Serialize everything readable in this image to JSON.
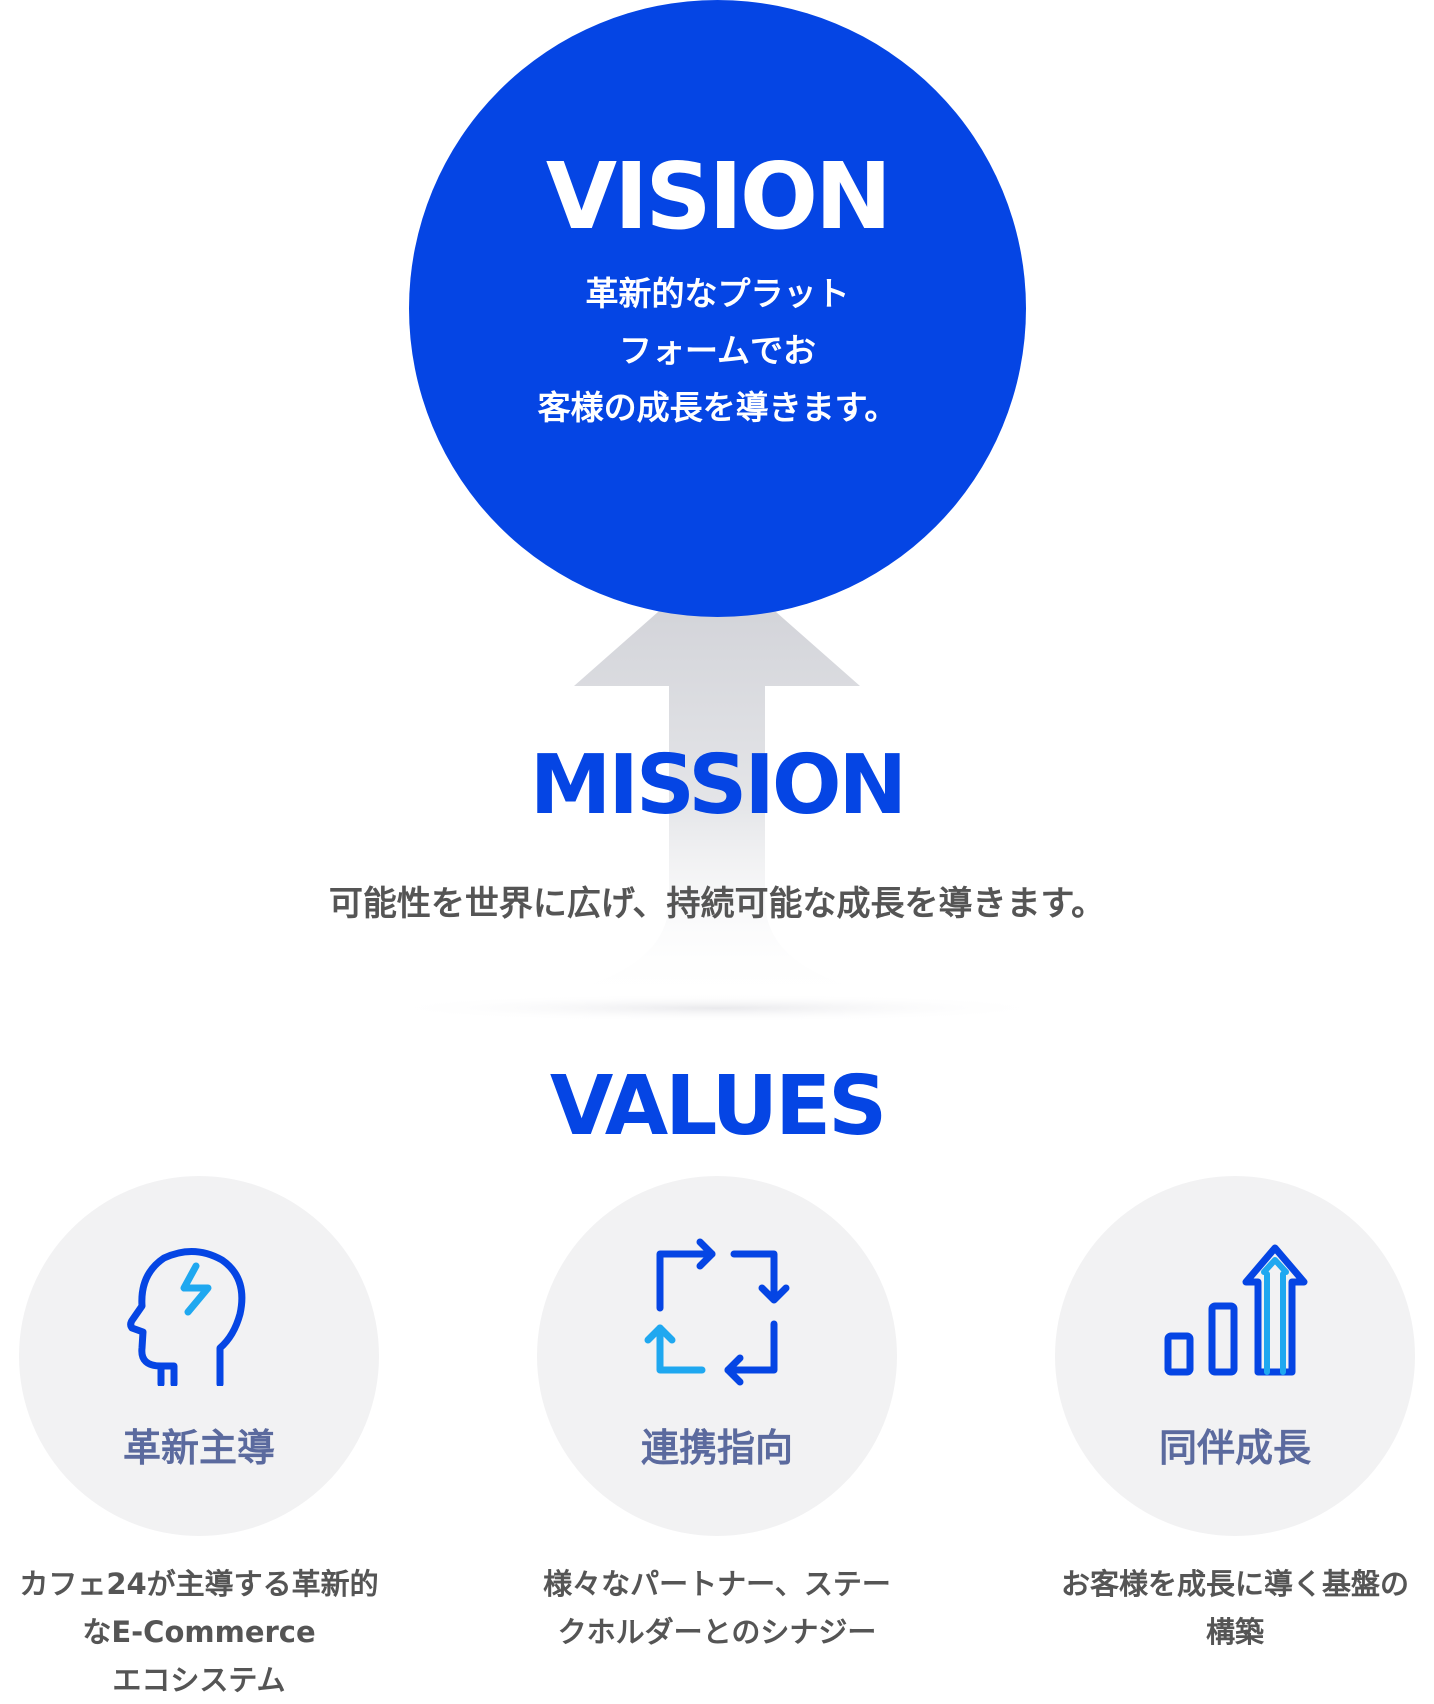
{
  "vision": {
    "title": "VISION",
    "lines": [
      "革新的なプラット",
      "フォームでお",
      "客様の成長を導きます。"
    ]
  },
  "mission": {
    "title": "MISSION",
    "text": "可能性を世界に広げ、持続可能な成長を導きます。"
  },
  "values": {
    "title": "VALUES",
    "items": [
      {
        "icon": "head-lightning-icon",
        "label": "革新主導",
        "desc_lines": [
          "カフェ24が主導する革新的",
          "なE-Commerce",
          "エコシステム"
        ]
      },
      {
        "icon": "cycle-arrows-icon",
        "label": "連携指向",
        "desc_lines": [
          "様々なパートナー、ステー",
          "クホルダーとのシナジー"
        ]
      },
      {
        "icon": "growth-bars-icon",
        "label": "同伴成長",
        "desc_lines": [
          "お客様を成長に導く基盤の",
          "構築"
        ]
      }
    ]
  },
  "colors": {
    "primary_blue": "#0545e4",
    "light_blue": "#1fa8f0",
    "label_blue_gray": "#5b6a9e",
    "text_gray": "#555555",
    "circle_bg": "#f2f2f3"
  }
}
